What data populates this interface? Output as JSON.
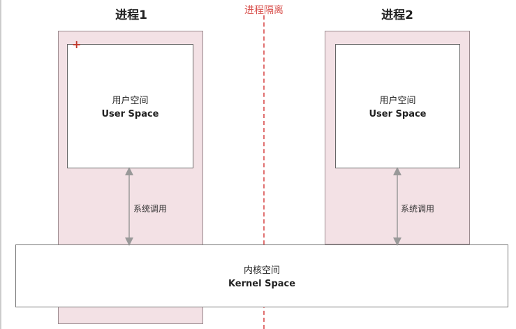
{
  "divider": {
    "label": "进程隔离"
  },
  "process1": {
    "title": "进程1",
    "user_space_cn": "用户空间",
    "user_space_en": "User Space",
    "syscall": "系统调用"
  },
  "process2": {
    "title": "进程2",
    "user_space_cn": "用户空间",
    "user_space_en": "User Space",
    "syscall": "系统调用"
  },
  "kernel": {
    "cn": "内核空间",
    "en": "Kernel Space"
  },
  "colors": {
    "process_fill": "#f3e1e5",
    "divider": "#e07070",
    "arrow": "#999999"
  }
}
